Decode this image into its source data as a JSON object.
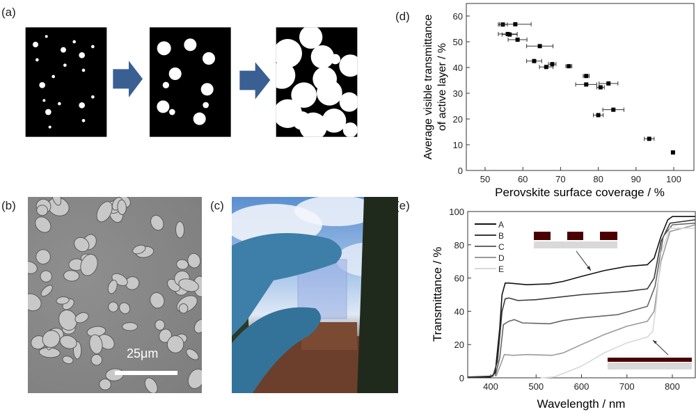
{
  "panels": {
    "a": "(a)",
    "b": "(b)",
    "c": "(c)",
    "d": "(d)",
    "e": "(e)"
  },
  "sem": {
    "scale_bar": "25μm"
  },
  "colors": {
    "arrow": "#3a5f92",
    "perovskite": "#4a0000",
    "substrate": "#d9d9d9"
  },
  "chart_data": [
    {
      "type": "scatter",
      "xlabel": "Perovskite surface coverage / %",
      "ylabel": [
        "Average visible transmittance",
        "of active layer / %"
      ],
      "xlim": [
        45,
        105
      ],
      "ylim": [
        0,
        65
      ],
      "xticks": [
        50,
        60,
        70,
        80,
        90,
        100
      ],
      "yticks": [
        0,
        10,
        20,
        30,
        40,
        50,
        60
      ],
      "points": [
        {
          "x": 54.7,
          "y": 56.7,
          "xerr": 1.2
        },
        {
          "x": 58,
          "y": 56.8,
          "xerr": 4.2
        },
        {
          "x": 56,
          "y": 53,
          "xerr": 2.5
        },
        {
          "x": 56.5,
          "y": 52.8,
          "xerr": 2
        },
        {
          "x": 58.6,
          "y": 50.8,
          "xerr": 2.5
        },
        {
          "x": 64.5,
          "y": 48.3,
          "xerr": 3.5
        },
        {
          "x": 63,
          "y": 42.5,
          "xerr": 2
        },
        {
          "x": 66.2,
          "y": 40.2,
          "xerr": 1.8
        },
        {
          "x": 67.8,
          "y": 41.3,
          "xerr": 1
        },
        {
          "x": 72.2,
          "y": 40.5,
          "xerr": 0.8
        },
        {
          "x": 76.8,
          "y": 36.7,
          "xerr": 0.8
        },
        {
          "x": 76.8,
          "y": 33.4,
          "xerr": 2.8
        },
        {
          "x": 80.6,
          "y": 32.3,
          "xerr": 1
        },
        {
          "x": 82.7,
          "y": 33.8,
          "xerr": 2.5
        },
        {
          "x": 84,
          "y": 23.6,
          "xerr": 2.8
        },
        {
          "x": 80,
          "y": 21.5,
          "xerr": 1.3
        },
        {
          "x": 93.5,
          "y": 12.3,
          "xerr": 1.3
        },
        {
          "x": 99.8,
          "y": 7,
          "xerr": 0.3
        }
      ]
    },
    {
      "type": "line",
      "xlabel": "Wavelength / nm",
      "ylabel": "Transmittance / %",
      "xlim": [
        350,
        850
      ],
      "ylim": [
        0,
        100
      ],
      "xticks": [
        400,
        500,
        600,
        700,
        800
      ],
      "yticks": [
        0,
        20,
        40,
        60,
        80,
        100
      ],
      "legend": "top-left",
      "series": [
        {
          "name": "A",
          "color": "#111111",
          "points": [
            [
              350,
              0.5
            ],
            [
              400,
              0.5
            ],
            [
              410,
              3
            ],
            [
              420,
              30
            ],
            [
              425,
              50
            ],
            [
              432,
              57
            ],
            [
              440,
              57
            ],
            [
              480,
              56
            ],
            [
              530,
              56.5
            ],
            [
              560,
              58
            ],
            [
              600,
              61
            ],
            [
              650,
              64.5
            ],
            [
              700,
              67
            ],
            [
              745,
              68
            ],
            [
              760,
              72
            ],
            [
              775,
              85
            ],
            [
              790,
              95
            ],
            [
              800,
              97
            ],
            [
              850,
              97
            ]
          ]
        },
        {
          "name": "B",
          "color": "#383838",
          "points": [
            [
              350,
              0.5
            ],
            [
              405,
              1
            ],
            [
              415,
              10
            ],
            [
              425,
              40
            ],
            [
              432,
              47.5
            ],
            [
              440,
              48
            ],
            [
              460,
              46.5
            ],
            [
              500,
              47
            ],
            [
              600,
              50
            ],
            [
              700,
              52
            ],
            [
              745,
              53.5
            ],
            [
              760,
              60
            ],
            [
              775,
              82
            ],
            [
              795,
              93
            ],
            [
              850,
              95
            ]
          ]
        },
        {
          "name": "C",
          "color": "#666666",
          "points": [
            [
              410,
              1
            ],
            [
              420,
              12
            ],
            [
              428,
              32
            ],
            [
              440,
              34
            ],
            [
              452,
              35
            ],
            [
              470,
              33
            ],
            [
              530,
              32.5
            ],
            [
              560,
              34.5
            ],
            [
              600,
              36
            ],
            [
              680,
              38
            ],
            [
              745,
              43
            ],
            [
              762,
              55
            ],
            [
              780,
              85
            ],
            [
              800,
              92
            ],
            [
              850,
              93
            ]
          ]
        },
        {
          "name": "D",
          "color": "#9a9a9a",
          "points": [
            [
              412,
              1
            ],
            [
              422,
              8
            ],
            [
              430,
              14
            ],
            [
              450,
              13.5
            ],
            [
              480,
              14
            ],
            [
              535,
              13.5
            ],
            [
              560,
              15
            ],
            [
              600,
              20
            ],
            [
              650,
              26
            ],
            [
              700,
              31
            ],
            [
              745,
              34
            ],
            [
              760,
              40
            ],
            [
              775,
              70
            ],
            [
              795,
              88
            ],
            [
              850,
              92
            ]
          ]
        },
        {
          "name": "E",
          "color": "#d8d8d8",
          "points": [
            [
              510,
              0
            ],
            [
              540,
              0.5
            ],
            [
              600,
              7
            ],
            [
              650,
              15
            ],
            [
              700,
              21
            ],
            [
              745,
              24.5
            ],
            [
              757,
              28
            ],
            [
              765,
              45
            ],
            [
              775,
              75
            ],
            [
              795,
              90
            ],
            [
              850,
              90
            ]
          ]
        }
      ]
    }
  ]
}
